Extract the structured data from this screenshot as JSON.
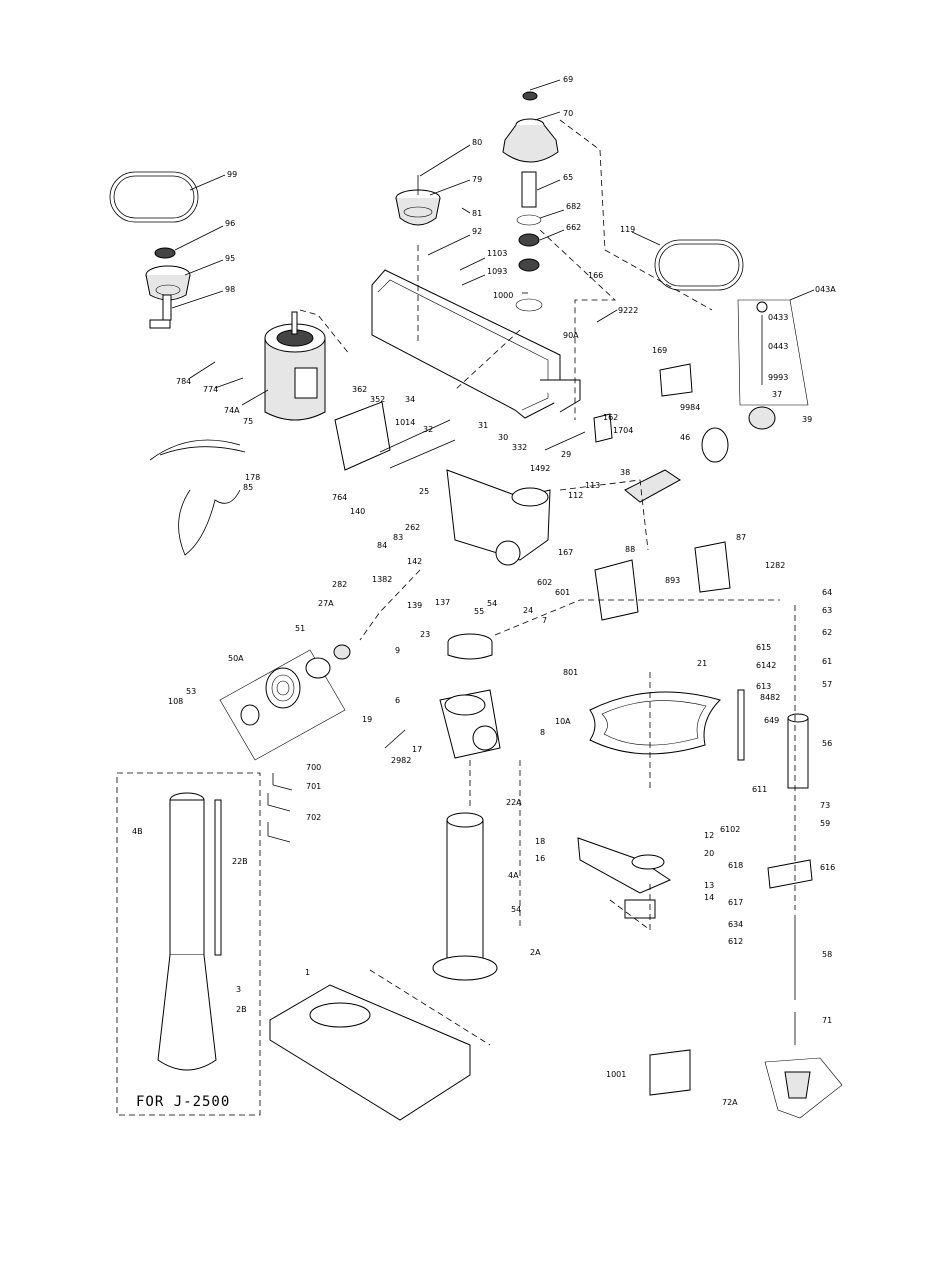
{
  "inset": {
    "caption": "FOR J-2500"
  },
  "parts": [
    "69",
    "70",
    "80",
    "79",
    "65",
    "81",
    "682",
    "662",
    "92",
    "1103",
    "1093",
    "166",
    "1000",
    "9222",
    "119",
    "043A",
    "0433",
    "0443",
    "9993",
    "99",
    "96",
    "95",
    "98",
    "784",
    "774",
    "74A",
    "362",
    "352",
    "34",
    "1014",
    "32",
    "31",
    "30",
    "332",
    "162",
    "1704",
    "37",
    "39",
    "46",
    "169",
    "9984",
    "29",
    "1492",
    "113",
    "112",
    "38",
    "75",
    "178",
    "85",
    "764",
    "140",
    "25",
    "262",
    "83",
    "84",
    "1382",
    "142",
    "282",
    "27A",
    "139",
    "137",
    "55",
    "54",
    "602",
    "601",
    "167",
    "88",
    "893",
    "87",
    "1282",
    "64",
    "63",
    "62",
    "61",
    "57",
    "56",
    "73",
    "24",
    "23",
    "7",
    "51",
    "50A",
    "53",
    "108",
    "9",
    "6",
    "19",
    "17",
    "2982",
    "10A",
    "8",
    "801",
    "21",
    "615",
    "6142",
    "613",
    "8482",
    "649",
    "611",
    "6102",
    "59",
    "618",
    "616",
    "617",
    "634",
    "612",
    "58",
    "71",
    "72A",
    "1001",
    "12",
    "20",
    "13",
    "14",
    "18",
    "16",
    "22A",
    "4A",
    "54b",
    "2A",
    "1",
    "700",
    "701",
    "702",
    "4B",
    "22B",
    "3",
    "2B",
    "90A"
  ]
}
